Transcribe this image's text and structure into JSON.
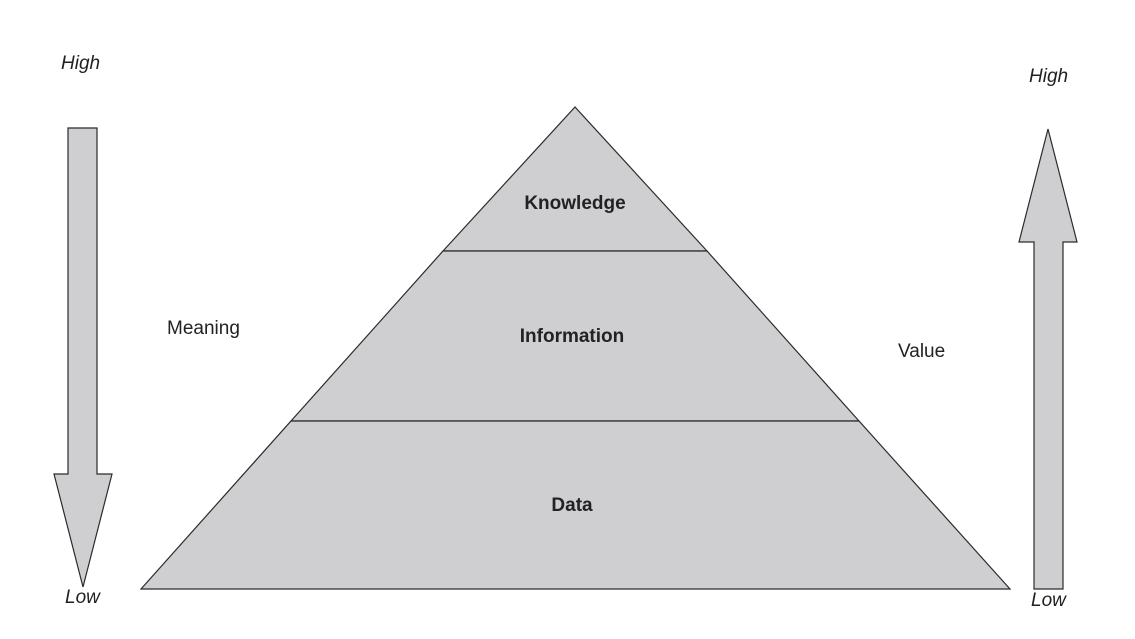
{
  "diagram": {
    "tiers": {
      "top": "Knowledge",
      "middle": "Information",
      "bottom": "Data"
    },
    "left_axis": {
      "label": "Meaning",
      "high": "High",
      "low": "Low",
      "direction": "down"
    },
    "right_axis": {
      "label": "Value",
      "high": "High",
      "low": "Low",
      "direction": "up"
    },
    "colors": {
      "fill": "#cfcfd1",
      "stroke": "#2a2a2a",
      "text": "#222222"
    }
  }
}
